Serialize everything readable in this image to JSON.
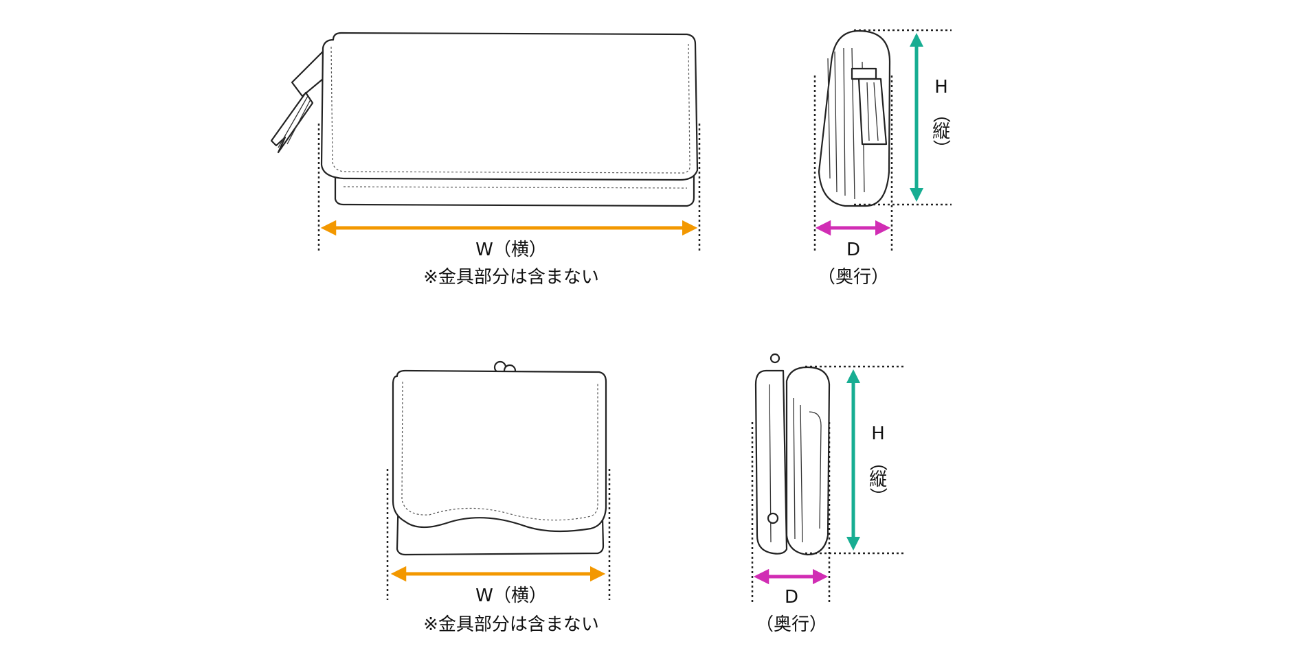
{
  "colors": {
    "width_arrow": "#f39800",
    "depth_arrow": "#d12db4",
    "height_arrow": "#17ad92"
  },
  "diagrams": [
    {
      "name": "long-wallet",
      "width_label": "W（横）",
      "width_note": "※金具部分は含まない",
      "depth_label": "D",
      "depth_sub": "（奥行）",
      "height_label": "H",
      "height_sub": [
        "（",
        "縦",
        "）"
      ]
    },
    {
      "name": "short-wallet",
      "width_label": "W（横）",
      "width_note": "※金具部分は含まない",
      "depth_label": "D",
      "depth_sub": "（奥行）",
      "height_label": "H",
      "height_sub": [
        "（",
        "縦",
        "）"
      ]
    }
  ]
}
